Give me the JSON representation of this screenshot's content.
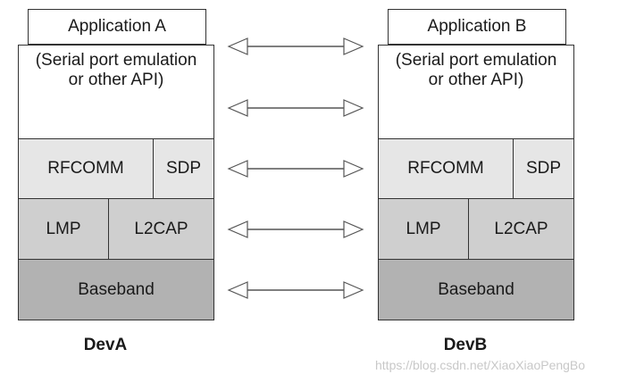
{
  "devices": [
    {
      "name": "DevA",
      "app": "Application A",
      "api": "(Serial port emulation or other API)",
      "rfcomm": "RFCOMM",
      "sdp": "SDP",
      "lmp": "LMP",
      "l2cap": "L2CAP",
      "baseband": "Baseband"
    },
    {
      "name": "DevB",
      "app": "Application B",
      "api": "(Serial port emulation or other API)",
      "rfcomm": "RFCOMM",
      "sdp": "SDP",
      "lmp": "LMP",
      "l2cap": "L2CAP",
      "baseband": "Baseband"
    }
  ],
  "colors": {
    "api": "#ffffff",
    "rfcomm_row": "#e6e6e6",
    "lmp_row": "#cfcfcf",
    "baseband": "#b2b2b2"
  },
  "arrows": 5,
  "watermark": "https://blog.csdn.net/XiaoXiaoPengBo"
}
